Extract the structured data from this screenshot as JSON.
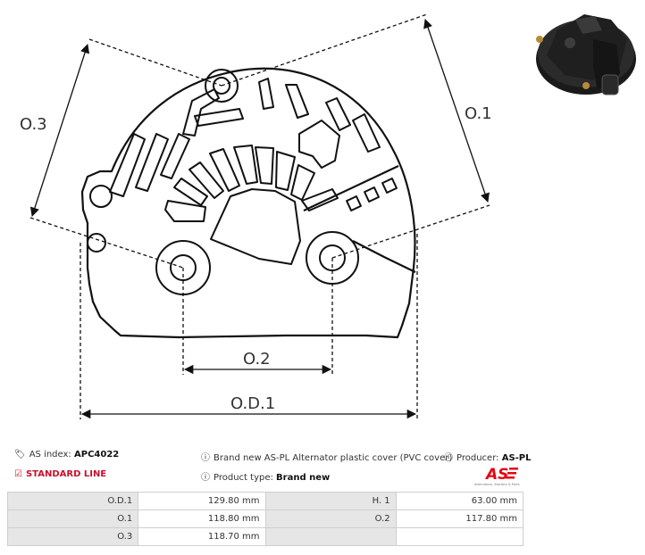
{
  "drawing": {
    "labels": {
      "od1": "O.D.1",
      "o1": "O.1",
      "o2": "O.2",
      "o3": "O.3"
    }
  },
  "info": {
    "as_index_label": "AS index:",
    "as_index_value": "APC4022",
    "standard_line": "STANDARD LINE",
    "description": "Brand new AS-PL Alternator plastic cover (PVC cover)",
    "product_type_label": "Product type:",
    "product_type_value": "Brand new",
    "producer_label": "Producer:",
    "producer_value": "AS-PL"
  },
  "logo": {
    "text": "AS",
    "tagline": "Alternators, Starters & Parts",
    "color": "#e30613"
  },
  "icons": {
    "tag": "tag-icon",
    "check": "check-square-icon",
    "info": "info-circle-icon"
  },
  "dimensions_table": [
    {
      "label1": "O.D.1",
      "value1": "129.80 mm",
      "label2": "H. 1",
      "value2": "63.00 mm"
    },
    {
      "label1": "O.1",
      "value1": "118.80 mm",
      "label2": "O.2",
      "value2": "117.80 mm"
    },
    {
      "label1": "O.3",
      "value1": "118.70 mm",
      "label2": "",
      "value2": ""
    }
  ]
}
